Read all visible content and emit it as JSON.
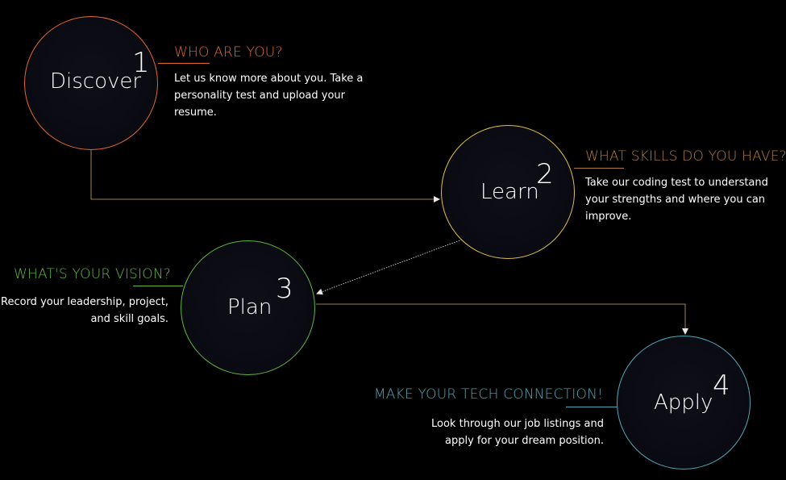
{
  "colors": {
    "background": "#000000",
    "step1": "#e2672b",
    "step2": "#e0c040",
    "step3": "#5fb83a",
    "step4": "#4fa7b6",
    "heading2": "#b07a3a",
    "text": "#ffffff",
    "connector": "#e8e8e8"
  },
  "steps": [
    {
      "number": "1",
      "name": "Discover",
      "heading": "WHO ARE YOU?",
      "description": "Let us know more about you. Take a personality test and upload your resume."
    },
    {
      "number": "2",
      "name": "Learn",
      "heading": "WHAT SKILLS DO YOU HAVE?",
      "description": "Take our coding test to understand your strengths and where you can improve."
    },
    {
      "number": "3",
      "name": "Plan",
      "heading": "WHAT'S YOUR VISION?",
      "description": "Record your leadership, project, and skill goals."
    },
    {
      "number": "4",
      "name": "Apply",
      "heading": "MAKE YOUR TECH CONNECTION!",
      "description": "Look through our job listings and apply for your dream position."
    }
  ]
}
